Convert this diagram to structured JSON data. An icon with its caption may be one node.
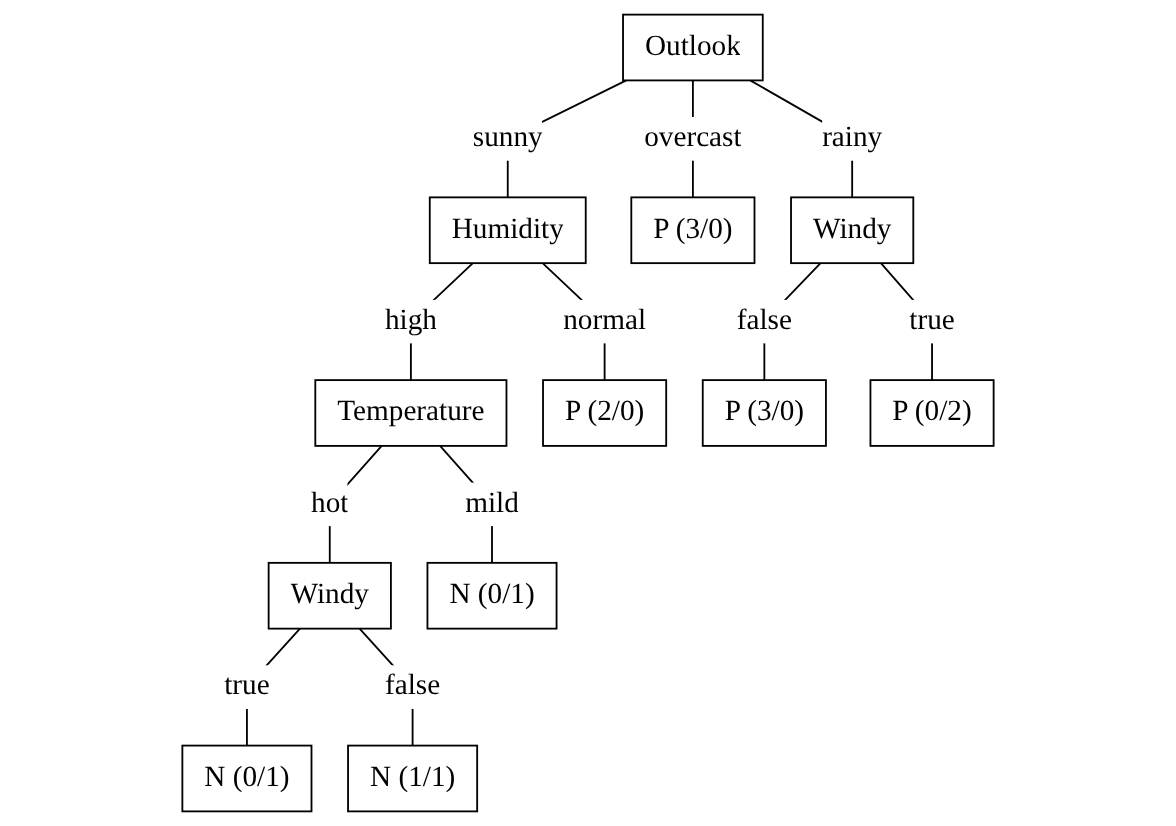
{
  "diagram": {
    "nodes": [
      {
        "text": [
          "Outlook"
        ]
      },
      {
        "text": [
          "Humidity"
        ]
      },
      {
        "text": [
          "P (3/0)"
        ]
      },
      {
        "text": [
          "Windy"
        ]
      },
      {
        "text": [
          "Temperature"
        ]
      },
      {
        "text": [
          "P (2/0)"
        ]
      },
      {
        "text": [
          "P (3/0)"
        ]
      },
      {
        "text": [
          "P (0/2)"
        ]
      },
      {
        "text": [
          "Windy"
        ]
      },
      {
        "text": [
          "N (0/1)"
        ]
      },
      {
        "text": [
          "N (0/1)"
        ]
      },
      {
        "text": [
          "N (1/1)"
        ]
      }
    ],
    "edges": [
      {
        "from": 0,
        "to": 1,
        "arrow": "none",
        "label": "sunny"
      },
      {
        "from": 0,
        "to": 2,
        "arrow": "none",
        "label": "overcast"
      },
      {
        "from": 0,
        "to": 3,
        "arrow": "none",
        "label": "rainy"
      },
      {
        "from": 1,
        "to": 4,
        "arrow": "none",
        "label": "high"
      },
      {
        "from": 1,
        "to": 5,
        "arrow": "none",
        "label": "normal"
      },
      {
        "from": 3,
        "to": 6,
        "arrow": "none",
        "label": "false"
      },
      {
        "from": 3,
        "to": 7,
        "arrow": "none",
        "label": "true"
      },
      {
        "from": 4,
        "to": 8,
        "arrow": "none",
        "label": "hot"
      },
      {
        "from": 4,
        "to": 9,
        "arrow": "none",
        "label": "mild"
      },
      {
        "from": 8,
        "to": 10,
        "arrow": "none",
        "label": "true"
      },
      {
        "from": 8,
        "to": 11,
        "arrow": "none",
        "label": "false"
      }
    ]
  }
}
